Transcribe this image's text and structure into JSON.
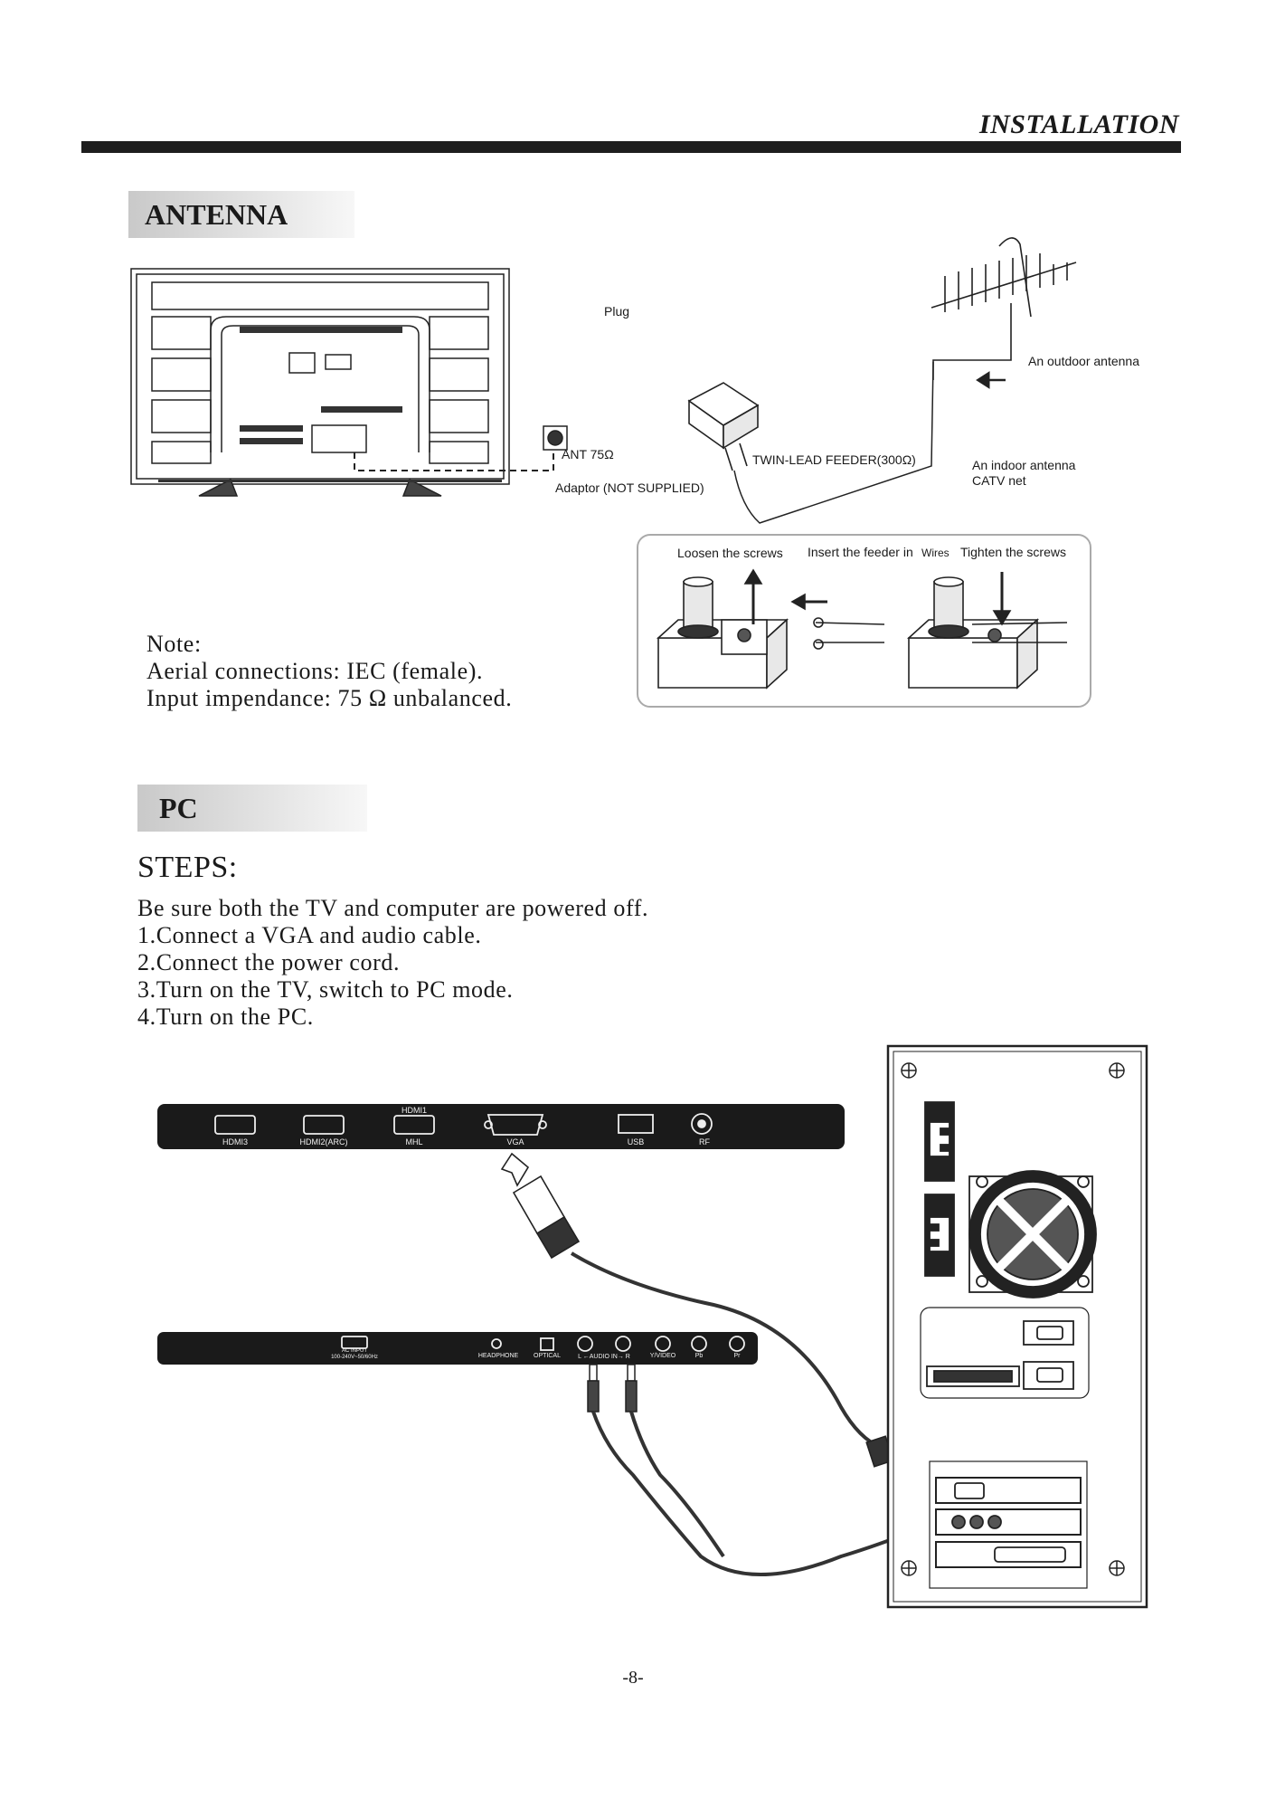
{
  "header": {
    "title": "INSTALLATION"
  },
  "antenna": {
    "section_title": "ANTENNA",
    "labels": {
      "plug": "Plug",
      "outdoor": "An outdoor antenna",
      "ant": "ANT 75Ω",
      "feeder": "TWIN-LEAD FEEDER(300Ω)",
      "indoor_line1": "An indoor antenna",
      "indoor_line2": "CATV net",
      "adaptor": "Adaptor  (NOT SUPPLIED)",
      "loosen": "Loosen the screws",
      "insert": "Insert the feeder in",
      "wires": "Wires",
      "tighten": "Tighten the screws"
    },
    "note": {
      "heading": "Note:",
      "line1": "Aerial connections: IEC (female).",
      "line2": "Input impendance: 75 Ω unbalanced."
    }
  },
  "pc": {
    "section_title": "PC",
    "steps_title": "STEPS:",
    "steps": [
      "Be sure both the TV and computer are powered off.",
      "1.Connect a VGA and audio cable.",
      "2.Connect the power cord.",
      "3.Turn on the TV, switch  to PC mode.",
      "4.Turn on the PC."
    ],
    "top_panel_ports": {
      "hdmi3": "HDMI3",
      "hdmi2": "HDMI2(ARC)",
      "hdmi1": "HDMI1",
      "mhl": "MHL",
      "vga": "VGA",
      "usb": "USB",
      "rf": "RF"
    },
    "bottom_panel_ports": {
      "ac_input_line1": "AC INPUT",
      "ac_input_line2": "100-240V~50/60Hz",
      "headphone": "HEADPHONE",
      "optical": "OPTICAL",
      "audio_in": "L ←AUDIO IN→ R",
      "yvideo": "Y/VIDEO",
      "pb": "Pb",
      "pr": "Pr"
    }
  },
  "footer": {
    "page_number": "-8-"
  }
}
